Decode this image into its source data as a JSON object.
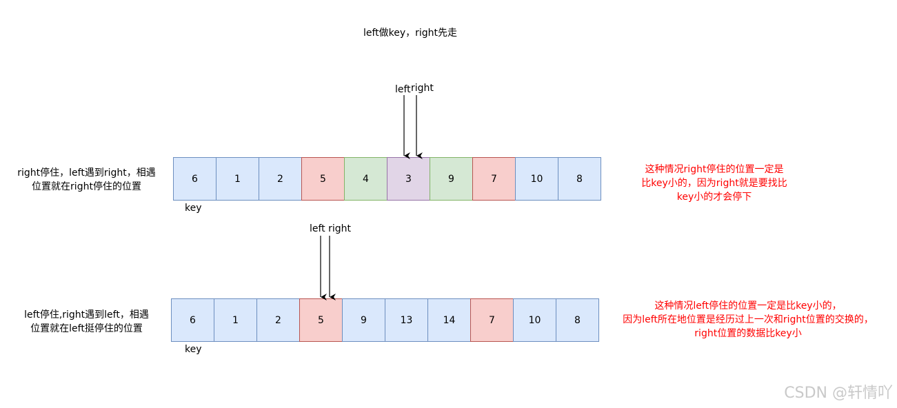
{
  "title": "left做key，right先走",
  "diagram1": {
    "left_text": [
      "right停住，left遇到right，相遇",
      "位置就在right停住的位置"
    ],
    "pointer_left": "left",
    "pointer_right": "right",
    "key_label": "key",
    "cells": [
      {
        "value": "6",
        "color": "blue"
      },
      {
        "value": "1",
        "color": "blue"
      },
      {
        "value": "2",
        "color": "blue"
      },
      {
        "value": "5",
        "color": "red"
      },
      {
        "value": "4",
        "color": "green"
      },
      {
        "value": "3",
        "color": "purple"
      },
      {
        "value": "9",
        "color": "green"
      },
      {
        "value": "7",
        "color": "red"
      },
      {
        "value": "10",
        "color": "blue"
      },
      {
        "value": "8",
        "color": "blue"
      }
    ],
    "note": [
      "这种情况right停住的位置一定是",
      "比key小的，因为right就是要找比",
      "key小的才会停下"
    ]
  },
  "diagram2": {
    "left_text": [
      "left停住,right遇到left，相遇",
      "位置就在left挺停住的位置"
    ],
    "pointer_label": "left right",
    "key_label": "key",
    "cells": [
      {
        "value": "6",
        "color": "blue"
      },
      {
        "value": "1",
        "color": "blue"
      },
      {
        "value": "2",
        "color": "blue"
      },
      {
        "value": "5",
        "color": "red"
      },
      {
        "value": "9",
        "color": "blue"
      },
      {
        "value": "13",
        "color": "blue"
      },
      {
        "value": "14",
        "color": "blue"
      },
      {
        "value": "7",
        "color": "red"
      },
      {
        "value": "10",
        "color": "blue"
      },
      {
        "value": "8",
        "color": "blue"
      }
    ],
    "note": [
      "这种情况left停住的位置一定是比key小的，",
      "因为left所在地位置是经历过上一次和right位置的交换的，",
      "right位置的数据比key小"
    ]
  },
  "watermark": "CSDN @轩情吖"
}
